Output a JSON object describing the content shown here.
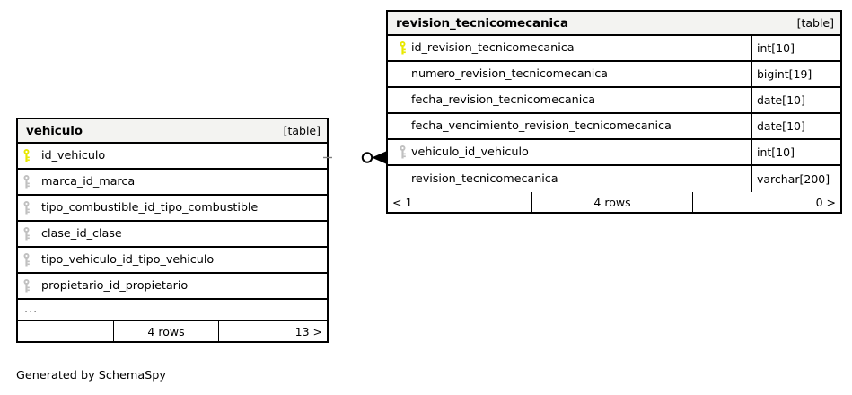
{
  "diagram": {
    "caption": "Generated by SchemaSpy",
    "table_tag": "[table]"
  },
  "tables": [
    {
      "id": "vehiculo",
      "name": "vehiculo",
      "tag": "[table]",
      "has_type_column": false,
      "columns": [
        {
          "name": "id_vehiculo",
          "key": "primary",
          "key_icon": "key-icon-yellow",
          "type": ""
        },
        {
          "name": "marca_id_marca",
          "key": "foreign",
          "key_icon": "key-icon-gray",
          "type": ""
        },
        {
          "name": "tipo_combustible_id_tipo_combustible",
          "key": "foreign",
          "key_icon": "key-icon-gray",
          "type": ""
        },
        {
          "name": "clase_id_clase",
          "key": "foreign",
          "key_icon": "key-icon-gray",
          "type": ""
        },
        {
          "name": "tipo_vehiculo_id_tipo_vehiculo",
          "key": "foreign",
          "key_icon": "key-icon-gray",
          "type": ""
        },
        {
          "name": "propietario_id_propietario",
          "key": "foreign",
          "key_icon": "key-icon-gray",
          "type": ""
        }
      ],
      "truncation_indicator": "...",
      "footer": {
        "left": "",
        "middle": "4 rows",
        "right": "13 >"
      }
    },
    {
      "id": "revision_tecnicomecanica",
      "name": "revision_tecnicomecanica",
      "tag": "[table]",
      "has_type_column": true,
      "columns": [
        {
          "name": "id_revision_tecnicomecanica",
          "key": "primary",
          "key_icon": "key-icon-yellow",
          "type": "int[10]"
        },
        {
          "name": "numero_revision_tecnicomecanica",
          "key": "none",
          "key_icon": "",
          "type": "bigint[19]"
        },
        {
          "name": "fecha_revision_tecnicomecanica",
          "key": "none",
          "key_icon": "",
          "type": "date[10]"
        },
        {
          "name": "fecha_vencimiento_revision_tecnicomecanica",
          "key": "none",
          "key_icon": "",
          "type": "date[10]"
        },
        {
          "name": "vehiculo_id_vehiculo",
          "key": "foreign",
          "key_icon": "key-icon-gray",
          "type": "int[10]"
        },
        {
          "name": "revision_tecnicomecanica",
          "key": "none",
          "key_icon": "",
          "type": "varchar[200]"
        }
      ],
      "truncation_indicator": "",
      "footer": {
        "left": "< 1",
        "middle": "4 rows",
        "right": "0 >"
      }
    }
  ],
  "relationship": {
    "from_table": "vehiculo",
    "from_column": "id_vehiculo",
    "to_table": "revision_tecnicomecanica",
    "to_column": "vehiculo_id_vehiculo",
    "notation": "crows-foot-zero-to-many"
  },
  "colors": {
    "primary_key": "#e8e800",
    "foreign_key": "#c0c0c0",
    "border": "#000000",
    "header_background": "#f3f3f1",
    "page_background": "#ffffff"
  }
}
